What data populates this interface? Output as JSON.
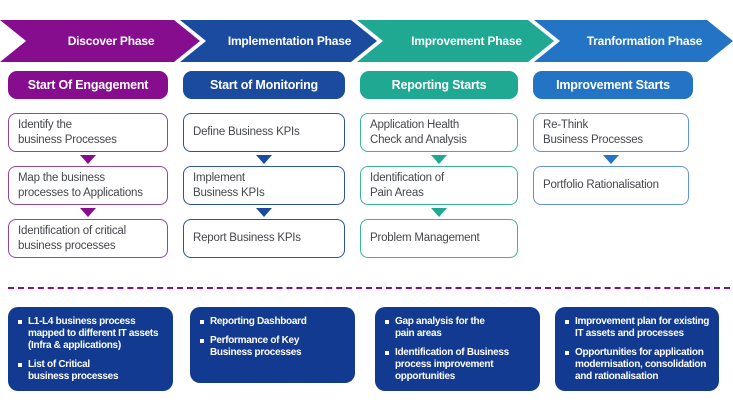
{
  "colors": {
    "discover_purple": "#850D8E",
    "implementation_blue": "#1B4B9E",
    "improvement_teal": "#1FA992",
    "transformation_blue": "#2374C4",
    "deliverable_box_blue": "#133A91",
    "step_text": "#44474C",
    "divider_purple": "#850D8E"
  },
  "phases": [
    {
      "name": "Discover Phase",
      "subtitle": "Start Of Engagement",
      "steps": [
        "Identify the\nbusiness Processes",
        "Map the business\nprocesses to Applications",
        "Identification of critical\nbusiness processes"
      ],
      "deliverables": [
        "L1-L4 business process\nmapped to different IT assets\n(Infra & applications)",
        "List of Critical\nbusiness processes"
      ]
    },
    {
      "name": "Implementation Phase",
      "subtitle": "Start of Monitoring",
      "steps": [
        "Define Business KPIs",
        "Implement\nBusiness KPIs",
        "Report Business KPIs"
      ],
      "deliverables": [
        "Reporting Dashboard",
        "Performance of Key\nBusiness processes"
      ]
    },
    {
      "name": "Improvement Phase",
      "subtitle": "Reporting Starts",
      "steps": [
        "Application Health\nCheck and Analysis",
        "Identification of\nPain Areas",
        "Problem Management"
      ],
      "deliverables": [
        "Gap analysis for the\npain areas",
        "Identification of Business\nprocess improvement\nopportunities"
      ]
    },
    {
      "name": "Tranformation Phase",
      "subtitle": "Improvement Starts",
      "steps": [
        "Re-Think\nBusiness Processes",
        "Portfolio Rationalisation"
      ],
      "deliverables": [
        "Improvement plan for existing\nIT assets and processes",
        "Opportunities for application\nmodernisation, consolidation\nand rationalisation"
      ]
    }
  ]
}
